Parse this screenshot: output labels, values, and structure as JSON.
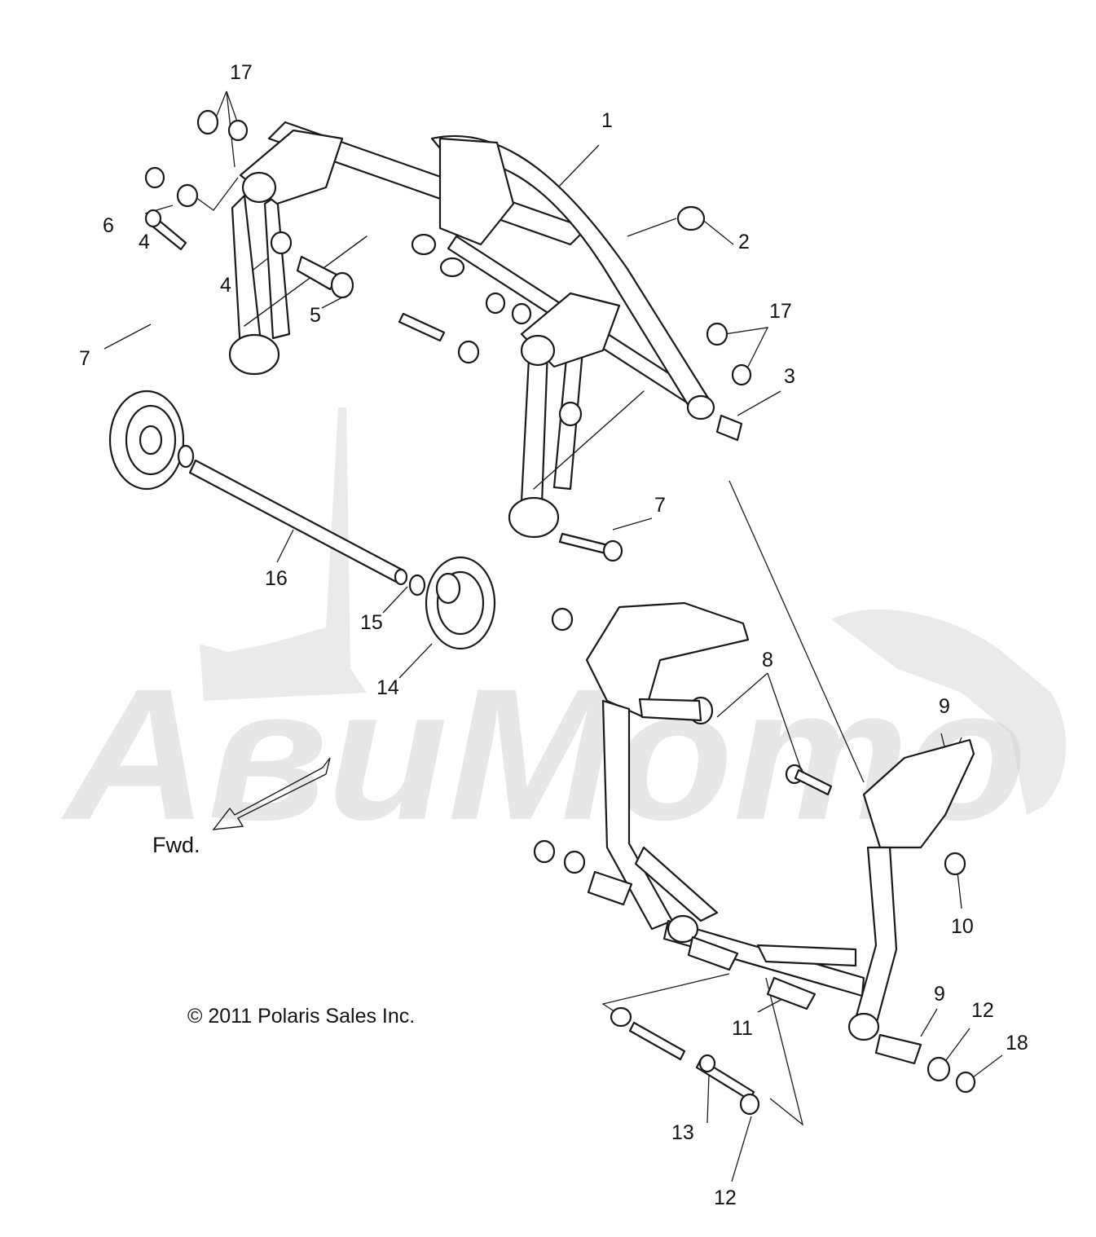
{
  "diagram": {
    "watermark_text": "АвиМото",
    "direction_label": "Fwd.",
    "copyright": "© 2011 Polaris Sales Inc.",
    "callouts": [
      {
        "id": "c1",
        "text": "1"
      },
      {
        "id": "c2",
        "text": "2"
      },
      {
        "id": "c3",
        "text": "3"
      },
      {
        "id": "c4a",
        "text": "4"
      },
      {
        "id": "c4b",
        "text": "4"
      },
      {
        "id": "c5",
        "text": "5"
      },
      {
        "id": "c6",
        "text": "6"
      },
      {
        "id": "c7a",
        "text": "7"
      },
      {
        "id": "c7b",
        "text": "7"
      },
      {
        "id": "c8",
        "text": "8"
      },
      {
        "id": "c9a",
        "text": "9"
      },
      {
        "id": "c9b",
        "text": "9"
      },
      {
        "id": "c10",
        "text": "10"
      },
      {
        "id": "c11",
        "text": "11"
      },
      {
        "id": "c12a",
        "text": "12"
      },
      {
        "id": "c12b",
        "text": "12"
      },
      {
        "id": "c13",
        "text": "13"
      },
      {
        "id": "c14",
        "text": "14"
      },
      {
        "id": "c15",
        "text": "15"
      },
      {
        "id": "c16",
        "text": "16"
      },
      {
        "id": "c17a",
        "text": "17"
      },
      {
        "id": "c17b",
        "text": "17"
      },
      {
        "id": "c18",
        "text": "18"
      }
    ]
  }
}
